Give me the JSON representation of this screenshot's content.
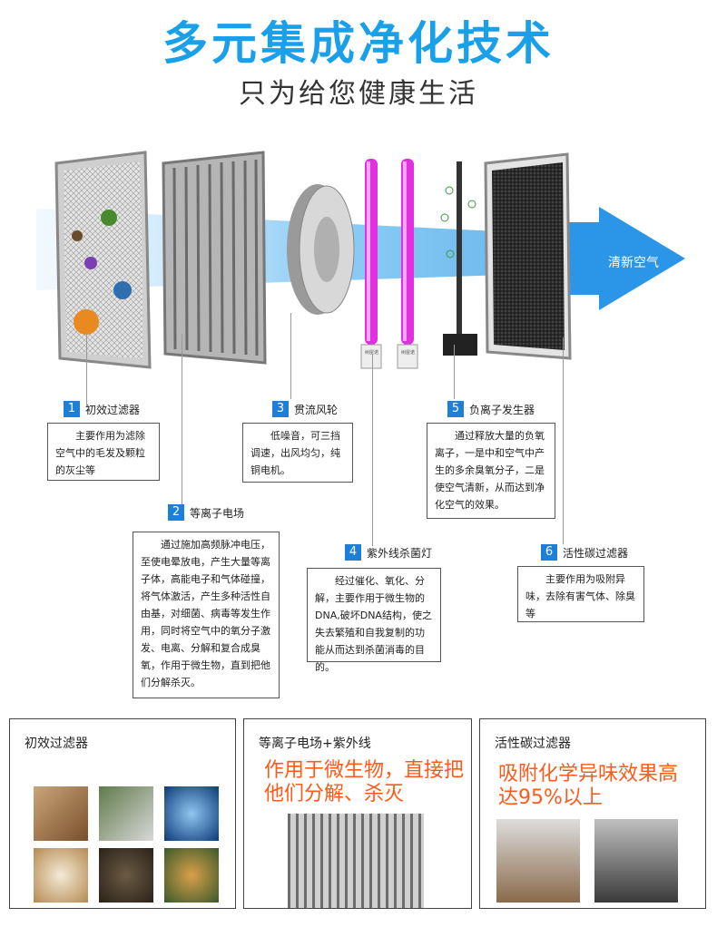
{
  "header": {
    "title": "多元集成净化技术",
    "subtitle": "只为给您健康生活"
  },
  "diagram": {
    "arrow_text": "清新空气",
    "lamp_label": "树屋诺",
    "components": [
      {
        "num": "1",
        "name": "初效过滤器",
        "desc": "主要作用为滤除空气中的毛发及颗粒的灰尘等"
      },
      {
        "num": "2",
        "name": "等离子电场",
        "desc": "通过施加高频脉冲电压，至使电晕放电，产生大量等离子体，高能电子和气体碰撞，将气体激活，产生多种活性自由基，对细菌、病毒等发生作用，同时将空气中的氧分子激发、电离、分解和复合成臭氧，作用于微生物，直到把他们分解杀灭。"
      },
      {
        "num": "3",
        "name": "贯流风轮",
        "desc": "低噪音，可三挡调速，出风均匀，纯铜电机。"
      },
      {
        "num": "4",
        "name": "紫外线杀菌灯",
        "desc": "经过催化、氧化、分解，主要作用于微生物的DNA,破坏DNA结构，使之失去繁殖和自我复制的功能从而达到杀菌消毒的目的。"
      },
      {
        "num": "5",
        "name": "负离子发生器",
        "desc": "通过释放大量的负氧离子，一是中和空气中产生的多余臭氧分子，二是使空气清新，从而达到净化空气的效果。"
      },
      {
        "num": "6",
        "name": "活性碳过滤器",
        "desc": "主要作用为吸附异味，去除有害气体、除臭等"
      }
    ]
  },
  "panels": [
    {
      "title": "初效过滤器",
      "highlight": ""
    },
    {
      "title": "等离子电场+紫外线",
      "highlight": "作用于微生物，直接把他们分解、杀灭"
    },
    {
      "title": "活性碳过滤器",
      "highlight": "吸附化学异味效果高达95%以上"
    }
  ],
  "colors": {
    "title": "#1aa0e8",
    "number_badge": "#1e7fd8",
    "highlight": "#ff5a1a",
    "uv_lamp": "#e030e0",
    "air_flow": "#3aa8ee"
  }
}
